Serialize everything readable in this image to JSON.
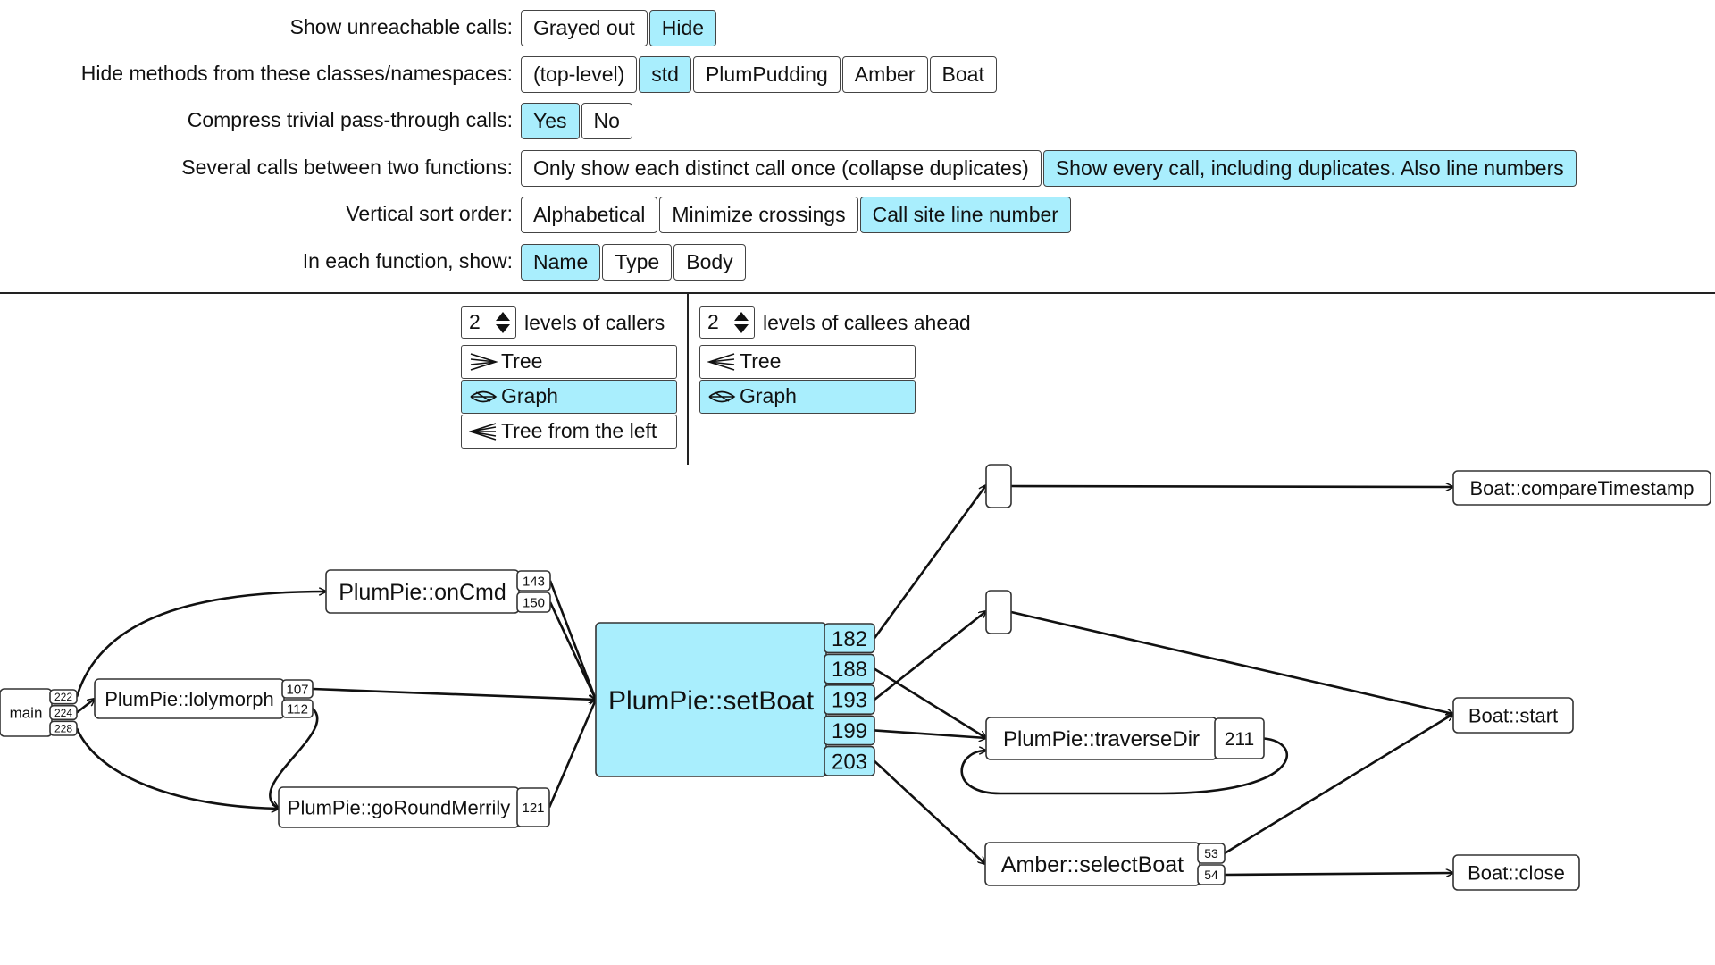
{
  "options": [
    {
      "label": "Show unreachable calls:",
      "buttons": [
        {
          "text": "Grayed out",
          "on": false
        },
        {
          "text": "Hide",
          "on": true
        }
      ]
    },
    {
      "label": "Hide methods from these classes/namespaces:",
      "buttons": [
        {
          "text": "(top-level)",
          "on": false
        },
        {
          "text": "std",
          "on": true
        },
        {
          "text": "PlumPudding",
          "on": false
        },
        {
          "text": "Amber",
          "on": false
        },
        {
          "text": "Boat",
          "on": false
        }
      ]
    },
    {
      "label": "Compress trivial pass-through calls:",
      "buttons": [
        {
          "text": "Yes",
          "on": true
        },
        {
          "text": "No",
          "on": false
        }
      ]
    },
    {
      "label": "Several calls between two functions:",
      "buttons": [
        {
          "text": "Only show each distinct call once (collapse duplicates)",
          "on": false
        },
        {
          "text": "Show every call, including duplicates. Also line numbers",
          "on": true
        }
      ]
    },
    {
      "label": "Vertical sort order:",
      "buttons": [
        {
          "text": "Alphabetical",
          "on": false
        },
        {
          "text": "Minimize crossings",
          "on": false
        },
        {
          "text": "Call site line number",
          "on": true
        }
      ]
    },
    {
      "label": "In each function, show:",
      "buttons": [
        {
          "text": "Name",
          "on": true
        },
        {
          "text": "Type",
          "on": false
        },
        {
          "text": "Body",
          "on": false
        }
      ]
    }
  ],
  "callers": {
    "levels": "2",
    "levels_label": "levels of callers",
    "modes": [
      {
        "text": "Tree",
        "on": false
      },
      {
        "text": "Graph",
        "on": true
      },
      {
        "text": "Tree from the left",
        "on": false
      }
    ]
  },
  "callees": {
    "levels": "2",
    "levels_label": "levels of callees ahead",
    "modes": [
      {
        "text": "Tree",
        "on": false
      },
      {
        "text": "Graph",
        "on": true
      }
    ]
  },
  "graph": {
    "nodes": {
      "main": {
        "label": "main",
        "lines": [
          "222",
          "224",
          "228"
        ]
      },
      "lolymorph": {
        "label": "PlumPie::lolymorph",
        "lines": [
          "107",
          "112"
        ]
      },
      "onCmd": {
        "label": "PlumPie::onCmd",
        "lines": [
          "143",
          "150"
        ]
      },
      "goRound": {
        "label": "PlumPie::goRoundMerrily",
        "lines": [
          "121"
        ]
      },
      "setBoat": {
        "label": "PlumPie::setBoat",
        "lines": [
          "182",
          "188",
          "193",
          "199",
          "203"
        ]
      },
      "traverseDir": {
        "label": "PlumPie::traverseDir",
        "lines": [
          "211"
        ]
      },
      "selectBoat": {
        "label": "Amber::selectBoat",
        "lines": [
          "53",
          "54"
        ]
      },
      "compareTimestamp": {
        "label": "Boat::compareTimestamp",
        "lines": []
      },
      "start": {
        "label": "Boat::start",
        "lines": []
      },
      "close": {
        "label": "Boat::close",
        "lines": []
      }
    }
  }
}
